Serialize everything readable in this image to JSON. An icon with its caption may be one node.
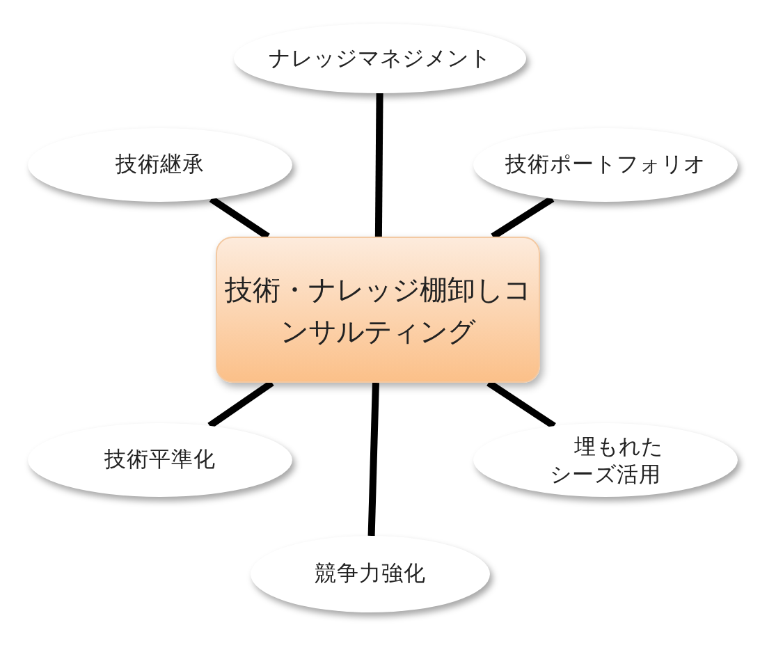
{
  "diagram": {
    "nodes": [
      {
        "text": [
          "ナレッジマネジメント"
        ]
      },
      {
        "text": [
          "技術継承"
        ]
      },
      {
        "text": [
          "技術ポートフォリオ"
        ]
      },
      {
        "text": [
          "技術・ナレッジ棚卸しコンサルティング"
        ]
      },
      {
        "text": [
          "技術平準化"
        ]
      },
      {
        "text": [
          "埋もれたシーズ活用"
        ]
      },
      {
        "text": [
          "競争力強化"
        ]
      }
    ],
    "edges": [
      {
        "from": 3,
        "to": 0,
        "arrow": "none"
      },
      {
        "from": 3,
        "to": 1,
        "arrow": "none"
      },
      {
        "from": 3,
        "to": 2,
        "arrow": "none"
      },
      {
        "from": 3,
        "to": 4,
        "arrow": "none"
      },
      {
        "from": 3,
        "to": 5,
        "arrow": "none"
      },
      {
        "from": 3,
        "to": 6,
        "arrow": "none"
      }
    ]
  }
}
